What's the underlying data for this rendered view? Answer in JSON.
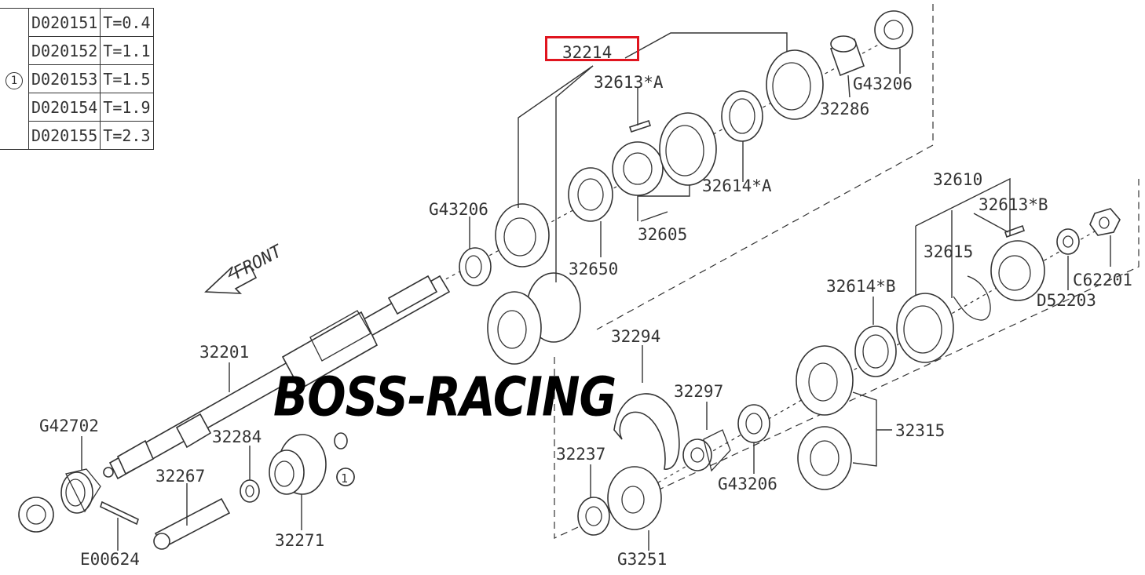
{
  "table": {
    "marker": "1",
    "rows": [
      {
        "part": "D020151",
        "spec": "T=0.4"
      },
      {
        "part": "D020152",
        "spec": "T=1.1"
      },
      {
        "part": "D020153",
        "spec": "T=1.5"
      },
      {
        "part": "D020154",
        "spec": "T=1.9"
      },
      {
        "part": "D020155",
        "spec": "T=2.3"
      }
    ]
  },
  "highlight": {
    "label": "32214",
    "color": "#e0151f"
  },
  "watermark": "BOSS-RACING",
  "front_label": "FRONT",
  "labels": {
    "p32613a": "32613*A",
    "g43206_top": "G43206",
    "p32286": "32286",
    "p32614a": "32614*A",
    "p32605": "32605",
    "p32650": "32650",
    "g43206_mid": "G43206",
    "p32610": "32610",
    "p32613b": "32613*B",
    "p32615": "32615",
    "c62201": "C62201",
    "d52203": "D52203",
    "p32614b": "32614*B",
    "p32201": "32201",
    "p32294": "32294",
    "p32297": "32297",
    "p32315": "32315",
    "g42702": "G42702",
    "p32284": "32284",
    "p32267": "32267",
    "p32237": "32237",
    "g43206_low": "G43206",
    "p32271": "32271",
    "e00624": "E00624",
    "g3251": "G3251",
    "circle_mark": "1"
  }
}
